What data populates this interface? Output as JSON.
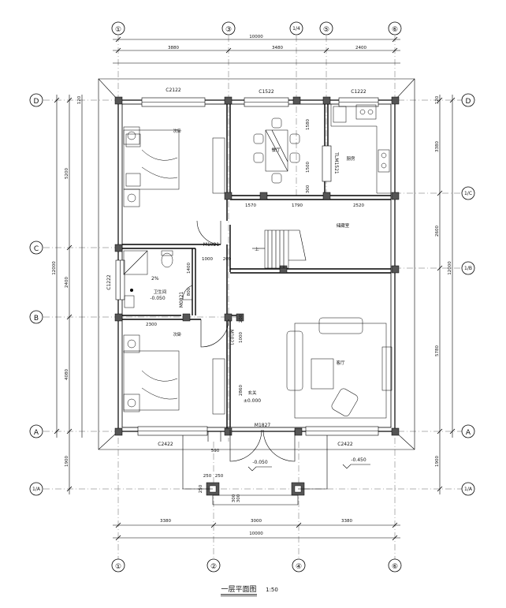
{
  "title": "一层平面图",
  "scale": "1:50",
  "axes": {
    "top": [
      "①",
      "③",
      "1/4",
      "⑤",
      "⑥"
    ],
    "bottom": [
      "①",
      "②",
      "④",
      "⑥"
    ],
    "left": [
      "D",
      "C",
      "B",
      "A",
      "1/A"
    ],
    "right": [
      "D",
      "1/C",
      "1/B",
      "A",
      "1/A"
    ]
  },
  "dims": {
    "top_total": "10000",
    "top_segments": [
      "3880",
      "3480",
      "2400"
    ],
    "bottom_total": "10000",
    "bottom_segments": [
      "3380",
      "3000",
      "3380"
    ],
    "left_total": "12000",
    "left_segments": [
      "5200",
      "2400",
      "4080"
    ],
    "left_bottom": "1900",
    "left_tick": "120",
    "right_total": "12000",
    "right_segments": [
      "3380",
      "2600",
      "5780"
    ],
    "right_bottom": "1900",
    "right_tick": "120",
    "interior": [
      "1570",
      "1790",
      "2520",
      "1000",
      "200",
      "2300",
      "1400",
      "800",
      "1580",
      "1500",
      "300",
      "1000",
      "2860",
      "200",
      "590",
      "250",
      "250",
      "250",
      "300",
      "300"
    ]
  },
  "rooms": {
    "bedroom_top": "次卧",
    "bedroom_bottom": "次卧",
    "dining": "餐厅",
    "kitchen": "厨房",
    "storage": "储藏室",
    "bathroom": "卫生间",
    "living": "客厅",
    "entry": "玄关"
  },
  "levels": {
    "bath_slope": "2%",
    "bath": "-0.050",
    "entry": "±0.000",
    "porch": "-0.050",
    "outside": "-0.450"
  },
  "openings": {
    "c2122": "C2122",
    "c1522": "C1522",
    "c1222_top": "C1222",
    "c1222_left": "C1222",
    "c2422_left": "C2422",
    "c2422_right": "C2422",
    "m1021_a": "M1021",
    "m1021_b": "M1021",
    "m0821": "M0821",
    "m1827": "M1827",
    "tlm1521": "TLM1521"
  },
  "stair_up": "上"
}
